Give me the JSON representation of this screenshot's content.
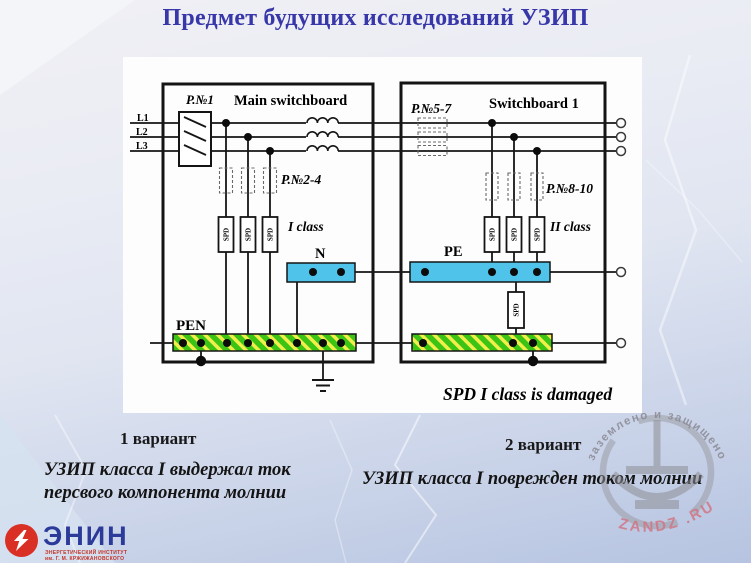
{
  "slide": {
    "title": "Предмет будущих исследований УЗИП"
  },
  "diagram": {
    "phase": {
      "l1": "L1",
      "l2": "L2",
      "l3": "L3"
    },
    "spd_label": "SPD",
    "left_box": {
      "title": "Main switchboard",
      "breaker_label": "P.№1",
      "fuse_label": "P.№2-4",
      "class_label": "I class",
      "n_label": "N",
      "pen_label": "PEN"
    },
    "right_box": {
      "title": "Switchboard 1",
      "fuse_in_label": "P.№5-7",
      "fuse_label": "P.№8-10",
      "class_label": "II class",
      "pe_label": "PE"
    },
    "caption": "SPD I class is damaged"
  },
  "variants": {
    "v1_title": "1 вариант",
    "v1_line1": "УЗИП класса I выдержал ток",
    "v1_line2": "персвого компонента молнии",
    "v2_title": "2 вариант",
    "v2_text": "УЗИП класса I поврежден током молнии"
  },
  "watermark": {
    "arc_text": "заземлено и защищено",
    "brand": "ZANDZ .RU"
  },
  "logo": {
    "name": "ЭНИН",
    "line1": "ЭНЕРГЕТИЧЕСКИЙ ИНСТИТУТ",
    "line2": "им. Г. М. КРЖИЖАНОВСКОГО"
  },
  "colors": {
    "title_blue": "#3737a9",
    "bus_n_pe": "#4fc3ea",
    "bus_pen_green": "#3cc414",
    "bus_pen_yellow": "#f2ef4a",
    "logo_red": "#d92f25",
    "logo_blue": "#2c3a9a",
    "watermark_gray": "#8f8f96",
    "watermark_pink": "#d2717f"
  }
}
